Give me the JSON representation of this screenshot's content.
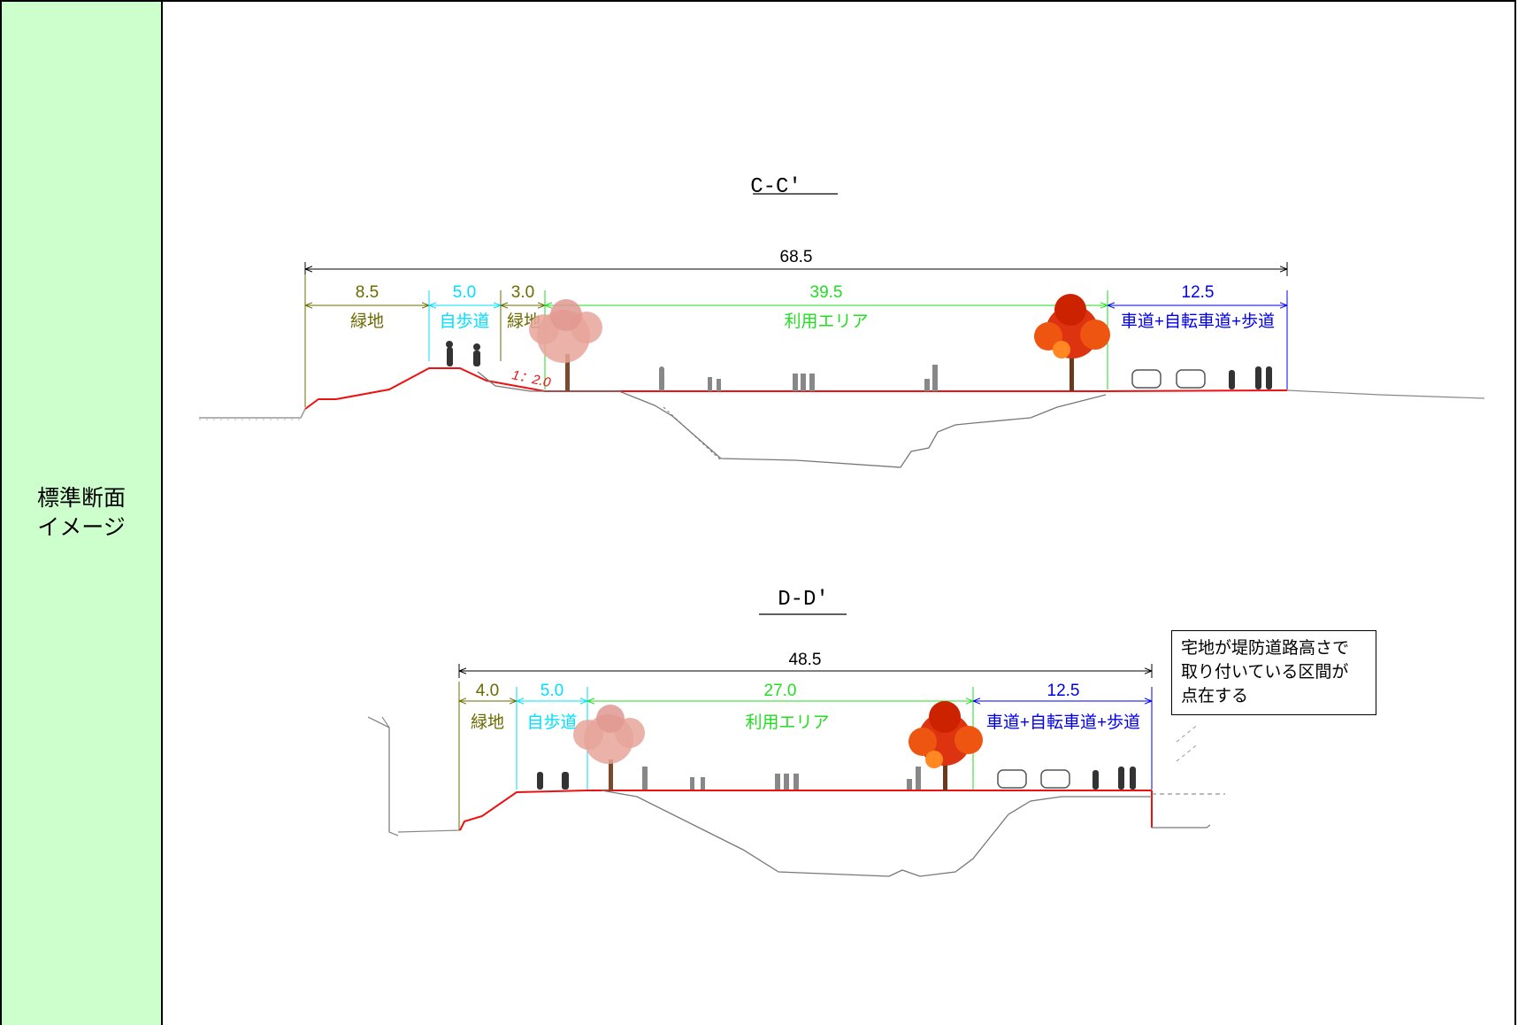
{
  "sidebar": {
    "line1": "標準断面",
    "line2": "イメージ"
  },
  "colors": {
    "green": "#6b6b00",
    "cyan": "#00e0ff",
    "lime": "#22dd22",
    "blue": "#0000ee",
    "red": "#ee1111",
    "sidebar_bg": "#ccffcc"
  },
  "sections": [
    {
      "title": "C-C'",
      "total": "68.5",
      "segments": [
        {
          "width": "8.5",
          "label": "緑地"
        },
        {
          "width": "5.0",
          "label": "自歩道"
        },
        {
          "width": "3.0",
          "label": "緑地"
        },
        {
          "width": "39.5",
          "label": "利用エリア"
        },
        {
          "width": "12.5",
          "label": "車道+自転車道+歩道"
        }
      ],
      "slope": "1：2.0"
    },
    {
      "title": "D-D'",
      "total": "48.5",
      "segments": [
        {
          "width": "4.0",
          "label": "緑地"
        },
        {
          "width": "5.0",
          "label": "自歩道"
        },
        {
          "width": "27.0",
          "label": "利用エリア"
        },
        {
          "width": "12.5",
          "label": "車道+自転車道+歩道"
        }
      ]
    }
  ],
  "note": {
    "line1": "宅地が堤防道路高さで",
    "line2": "取り付いている区間が",
    "line3": "点在する"
  }
}
